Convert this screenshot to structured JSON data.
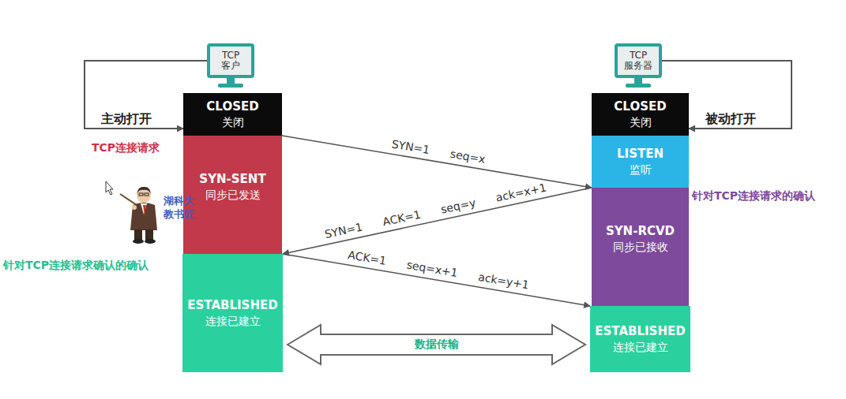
{
  "diagram": {
    "nodes": [
      {
        "text": [
          "TCP 客户"
        ]
      },
      {
        "text": [
          "CLOSED",
          "关闭"
        ]
      },
      {
        "text": [
          "SYN-SENT",
          "同步已发送"
        ]
      },
      {
        "text": [
          "ESTABLISHED",
          "连接已建立"
        ]
      },
      {
        "text": [
          "TCP 服务器"
        ]
      },
      {
        "text": [
          "CLOSED",
          "关闭"
        ]
      },
      {
        "text": [
          "LISTEN",
          "监听"
        ]
      },
      {
        "text": [
          "SYN-RCVD",
          "同步已接收"
        ]
      },
      {
        "text": [
          "ESTABLISHED",
          "连接已建立"
        ]
      }
    ],
    "edges": [
      {
        "from": 0,
        "to": 1,
        "label": "主动打开",
        "arrow": "to"
      },
      {
        "from": 4,
        "to": 5,
        "label": "被动打开",
        "arrow": "to"
      },
      {
        "from": 2,
        "to": 6,
        "label": "SYN=1 seq=x",
        "arrow": "to"
      },
      {
        "from": 7,
        "to": 3,
        "label": "SYN=1 ACK=1 seq=y ack=x+1",
        "arrow": "to"
      },
      {
        "from": 3,
        "to": 8,
        "label": "ACK=1 seq=x+1 ack=y+1",
        "arrow": "to"
      },
      {
        "from": 3,
        "to": 8,
        "label": "数据传输",
        "arrow": "both"
      }
    ],
    "labels": [
      "TCP连接请求",
      "针对TCP连接请求的确认",
      "针对TCP连接请求确认的确认",
      "湖科大教书匠"
    ]
  }
}
